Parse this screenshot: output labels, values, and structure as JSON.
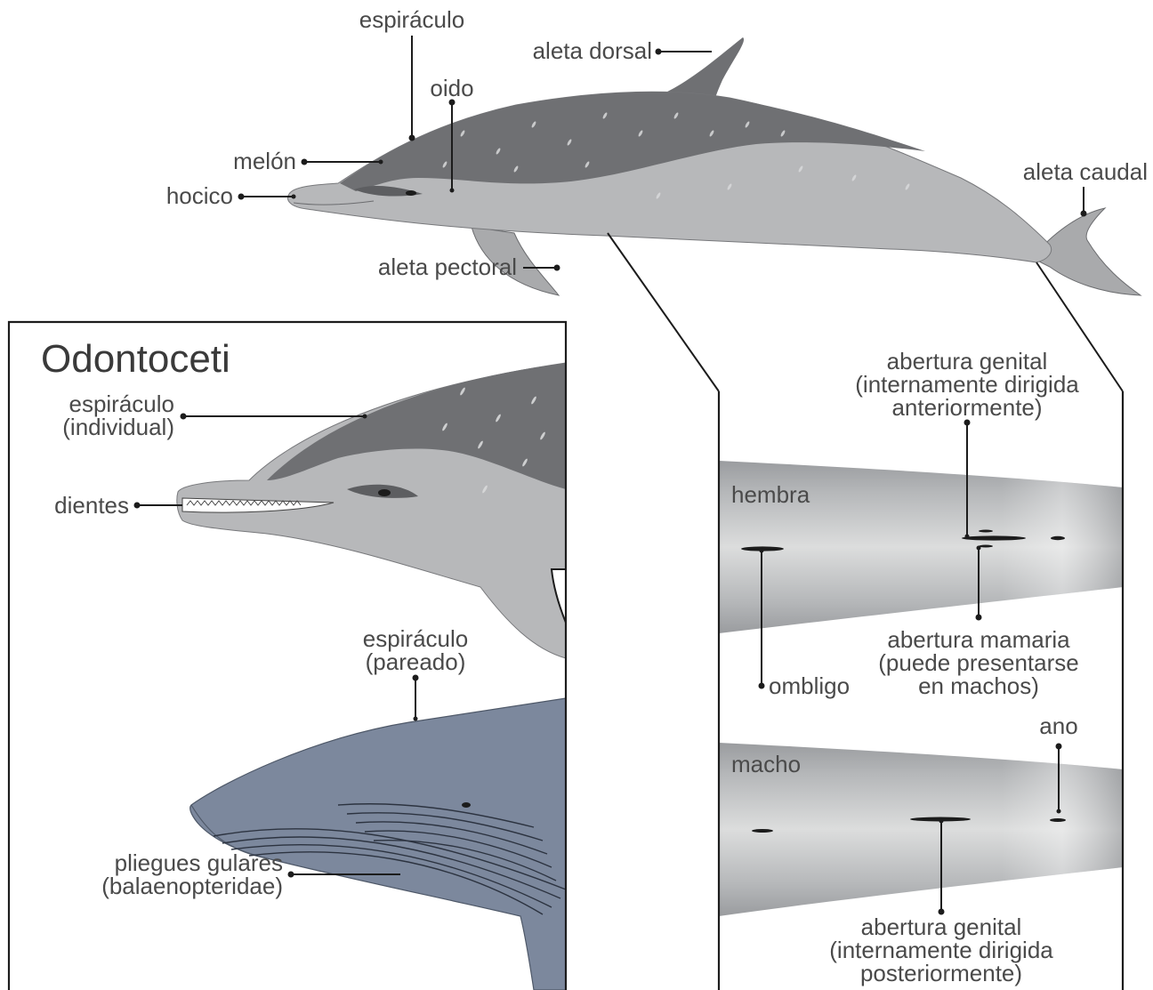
{
  "colors": {
    "dolphin_dark": "#6f7073",
    "dolphin_light": "#b7b8ba",
    "whale_body": "#7c889d",
    "panel_gray": "#a4a6a9",
    "leader_line": "#1c1c1c"
  },
  "dolphin": {
    "labels": {
      "espiraculo": "espiráculo",
      "aleta_dorsal": "aleta dorsal",
      "oido": "oido",
      "melon": "melón",
      "hocico": "hocico",
      "aleta_caudal": "aleta caudal",
      "aleta_pectoral": "aleta pectoral"
    }
  },
  "odontoceti_panel": {
    "title": "Odontoceti",
    "blowhole_single": [
      "espiráculo",
      "(individual)"
    ],
    "teeth": "dientes",
    "blowhole_paired": [
      "espiráculo",
      "(pareado)"
    ],
    "throat_grooves": [
      "pliegues gulares",
      "(balaenopteridae)"
    ]
  },
  "genital_panel": {
    "female": {
      "title": "hembra",
      "genital_opening": [
        "abertura genital",
        "(internamente dirigida",
        "anteriormente)"
      ],
      "mammary_opening": [
        "abertura mamaria",
        "(puede presentarse",
        "en machos)"
      ],
      "navel": "ombligo"
    },
    "male": {
      "title": "macho",
      "anus": "ano",
      "genital_opening": [
        "abertura genital",
        "(internamente dirigida",
        "posteriormente)"
      ]
    }
  }
}
